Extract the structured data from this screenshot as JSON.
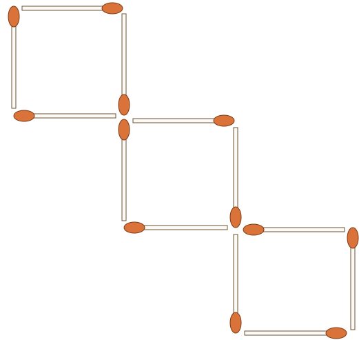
{
  "puzzle": {
    "type": "matchstick",
    "stick_count": 12,
    "squares_formed": 3,
    "colors": {
      "background": "#ffffff",
      "stick_body": "#fbfaf7",
      "stick_outline": "#6b5230",
      "match_head": "#d9733a",
      "match_head_outline": "#7a3a14"
    }
  }
}
